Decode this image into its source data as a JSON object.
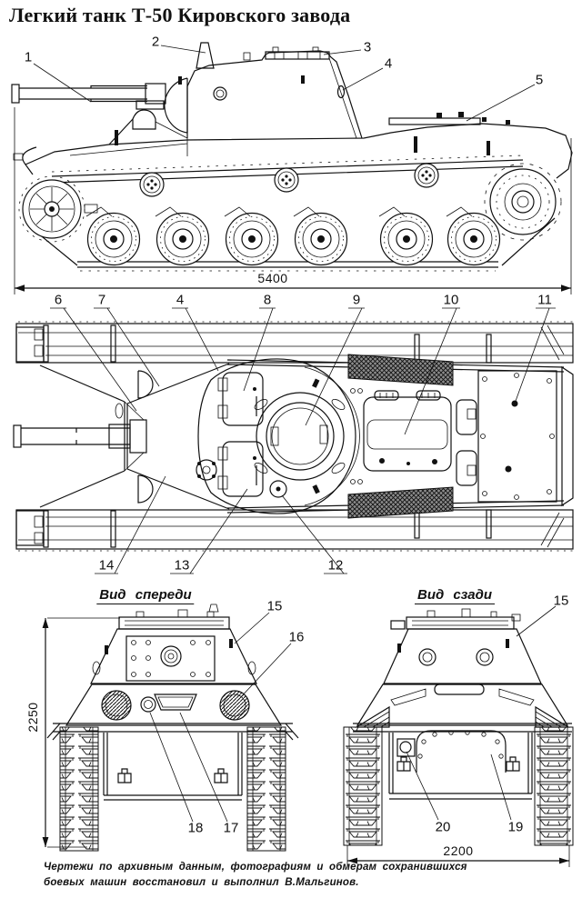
{
  "title": "Легкий танк Т-50 Кировского завода",
  "views": {
    "front": {
      "label": "Вид спереди"
    },
    "rear": {
      "label": "Вид сзади"
    }
  },
  "dimensions": {
    "length_mm": "5400",
    "height_mm": "2250",
    "width_mm": "2200"
  },
  "callouts": {
    "side": [
      "1",
      "2",
      "3",
      "4",
      "5"
    ],
    "top_upper": [
      "6",
      "7",
      "4",
      "8",
      "9",
      "10",
      "11"
    ],
    "top_lower": [
      "14",
      "13",
      "12"
    ],
    "front": [
      "15",
      "16",
      "18",
      "17"
    ],
    "rear": [
      "15",
      "20",
      "19"
    ]
  },
  "caption": {
    "line1": "Чертежи по архивным данным, фотографиям и обмерам сохранившихся",
    "line2": "боевых машин восстановил и выполнил В.Мальгинов."
  },
  "colors": {
    "ink": "#111111",
    "paper": "#ffffff"
  }
}
